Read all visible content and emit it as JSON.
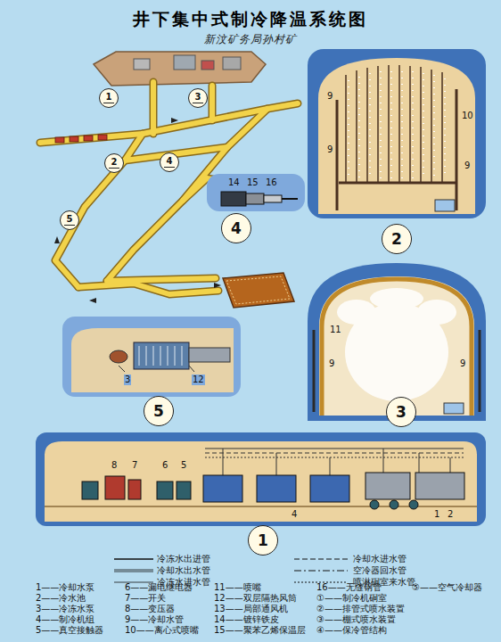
{
  "diagram": {
    "title": "井下集中式制冷降温系统图",
    "nodes": [
      {
        "text": [
          "1"
        ]
      },
      {
        "text": [
          "3"
        ]
      },
      {
        "text": [
          "2"
        ]
      },
      {
        "text": [
          "4"
        ]
      },
      {
        "text": [
          "5"
        ]
      },
      {
        "text": [
          "2"
        ]
      },
      {
        "text": [
          "4"
        ]
      },
      {
        "text": [
          "3"
        ]
      },
      {
        "text": [
          "5"
        ]
      },
      {
        "text": [
          "1"
        ]
      }
    ],
    "labels": [
      "新汶矿务局孙村矿",
      "9",
      "9",
      "10",
      "9",
      "14",
      "15",
      "16",
      "11",
      "9",
      "9",
      "3",
      "12",
      "8",
      "7",
      "6",
      "5",
      "4",
      "1",
      "2",
      "1——冷却水泵",
      "2——冷水池",
      "3——冷冻水泵",
      "4——制冷机组",
      "5——真空接触器",
      "6——漏电继电器",
      "7——开关",
      "8——变压器",
      "9——冷却水管",
      "10——离心式喷嘴",
      "11——喷嘴",
      "12——双层隔热风筒",
      "13——局部通风机",
      "14——镀锌铁皮",
      "15——聚苯乙烯保温层",
      "16——无缝钢管",
      "①——制冷机硐室",
      "②——排管式喷水装置",
      "③——棚式喷水装置",
      "④——保冷管结构",
      "⑤——空气冷却器"
    ],
    "legend": [
      {
        "text": "冷冻水出进管"
      },
      {
        "text": "冷却水出水管"
      },
      {
        "text": "冷冻水进水管"
      },
      {
        "text": "冷却水进水管"
      },
      {
        "text": "空冷器回水管"
      },
      {
        "text": "喷淋硐室来水管"
      }
    ]
  }
}
